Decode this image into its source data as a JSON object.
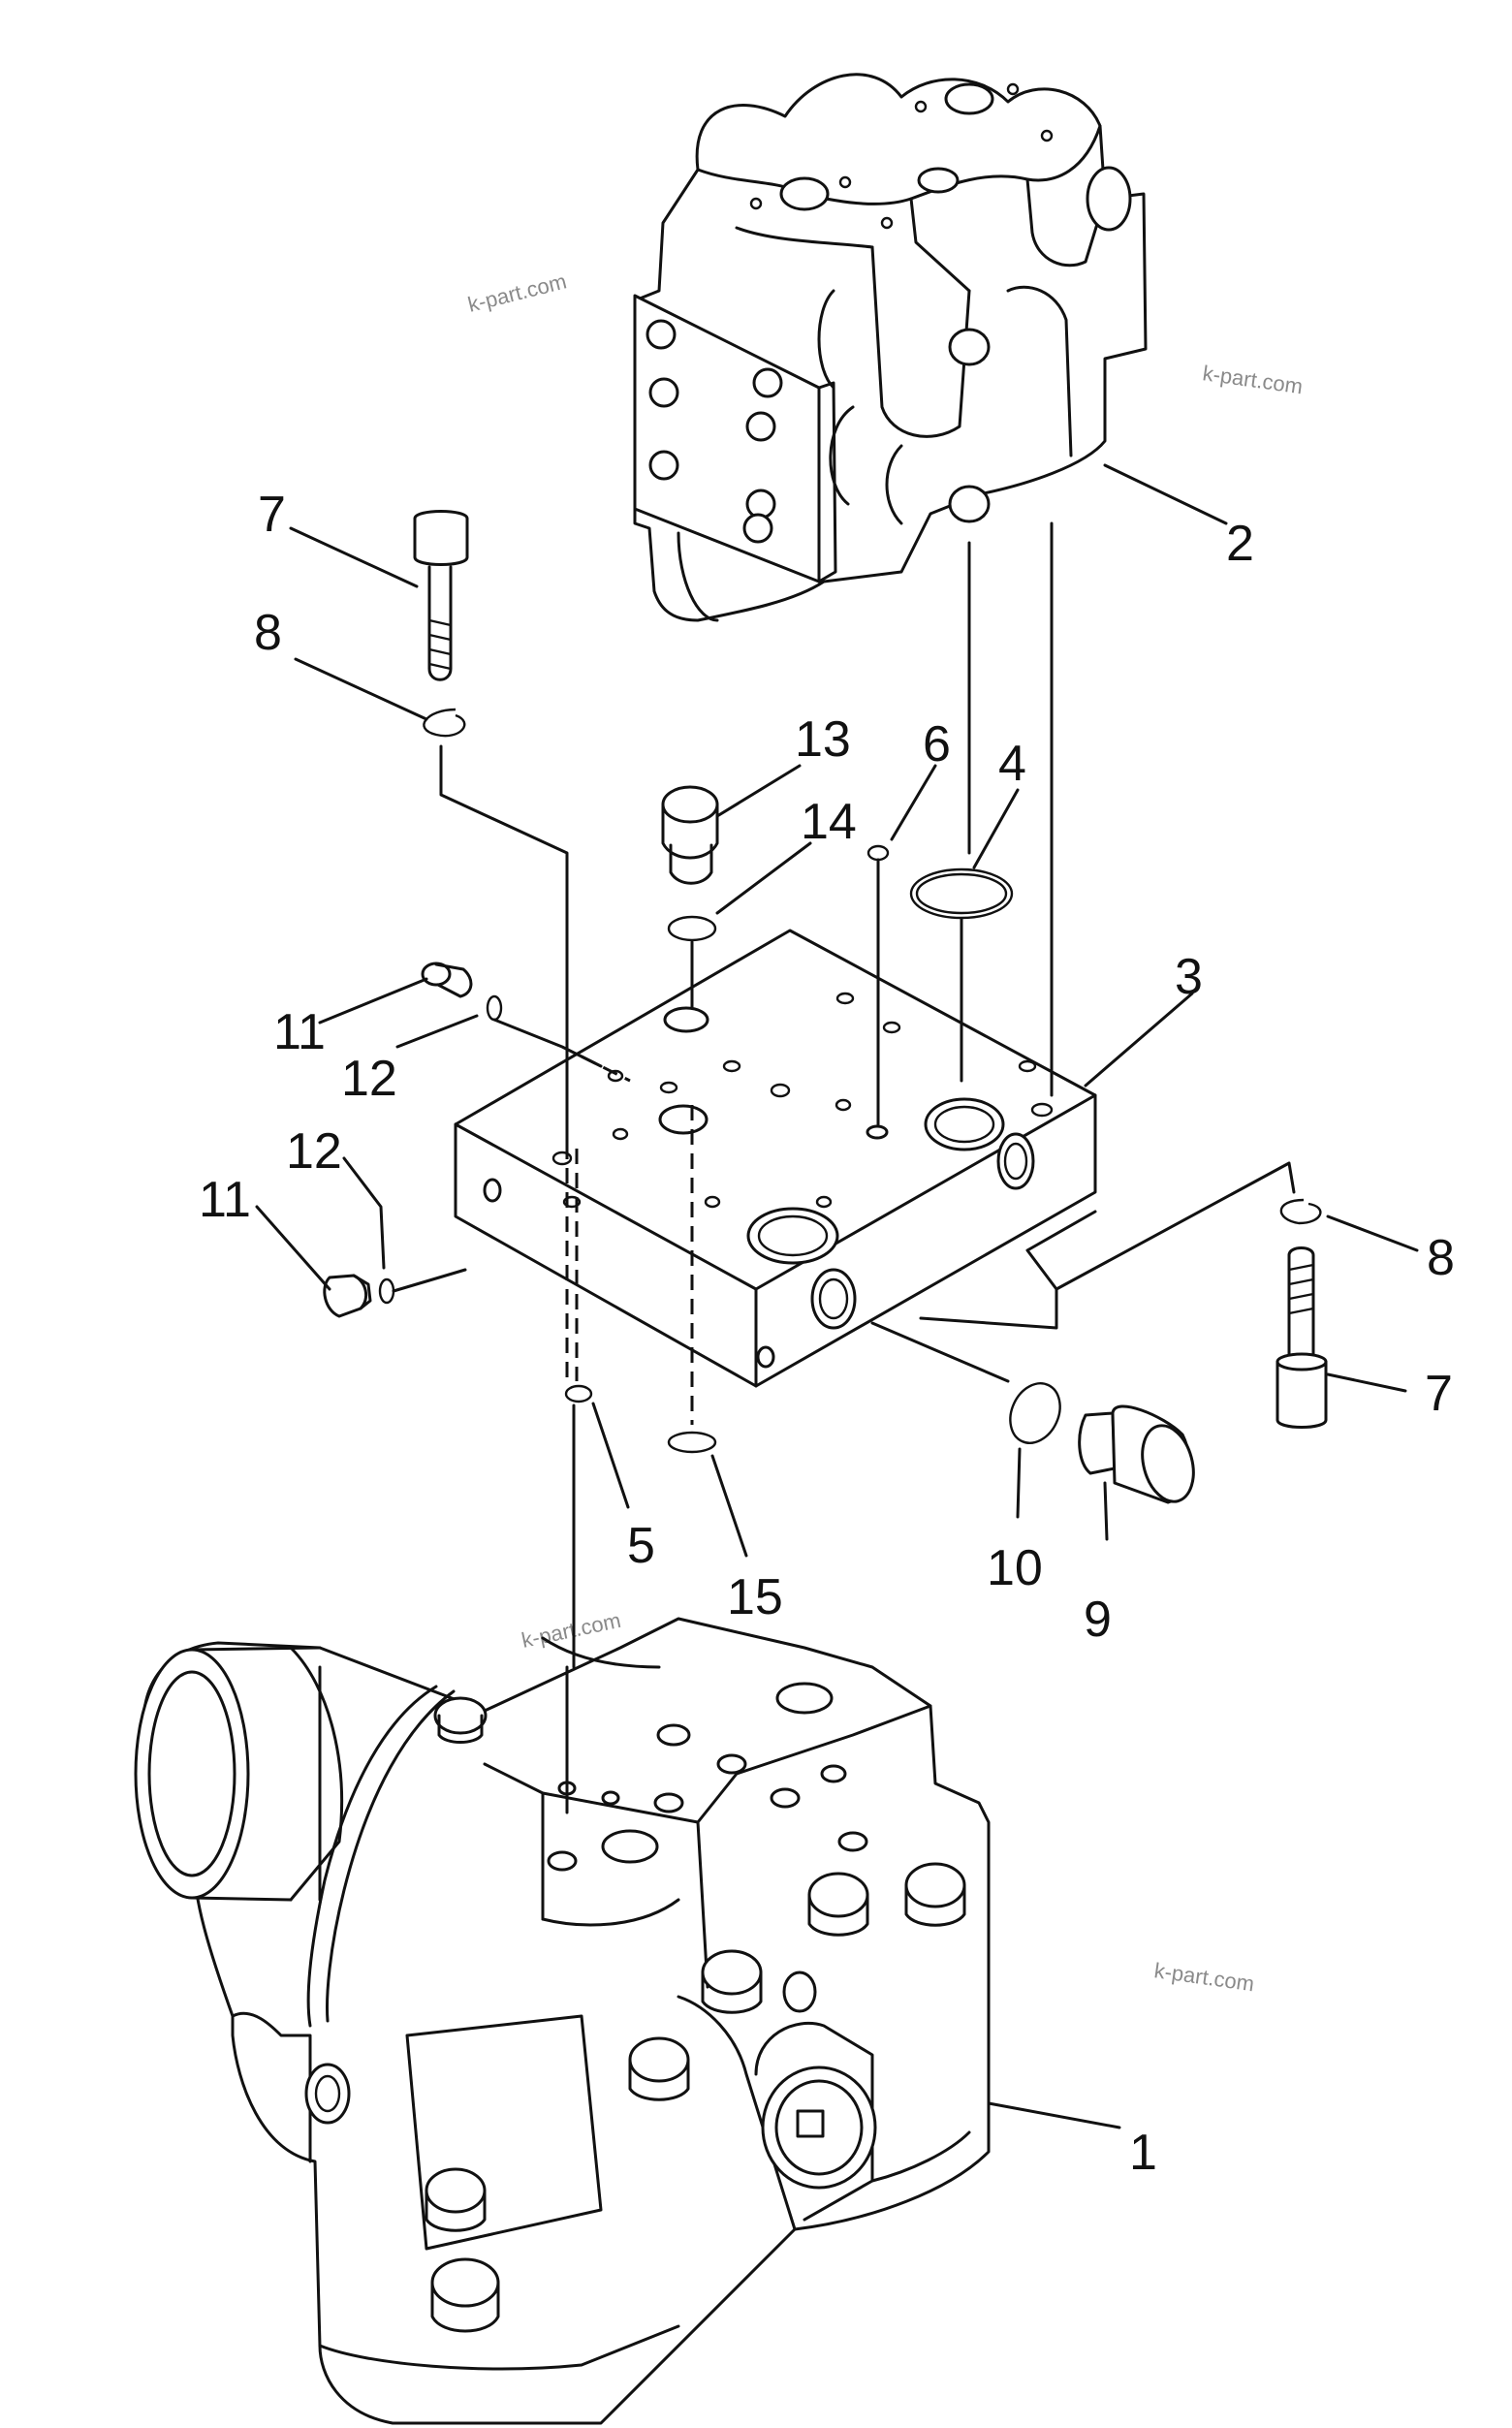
{
  "watermark": "k-part.com",
  "callouts": {
    "c1": "1",
    "c2": "2",
    "c3": "3",
    "c4": "4",
    "c5": "5",
    "c6": "6",
    "c7a": "7",
    "c7b": "7",
    "c8a": "8",
    "c8b": "8",
    "c9": "9",
    "c10": "10",
    "c11a": "11",
    "c11b": "11",
    "c12a": "12",
    "c12b": "12",
    "c13": "13",
    "c14": "14",
    "c15": "15"
  }
}
